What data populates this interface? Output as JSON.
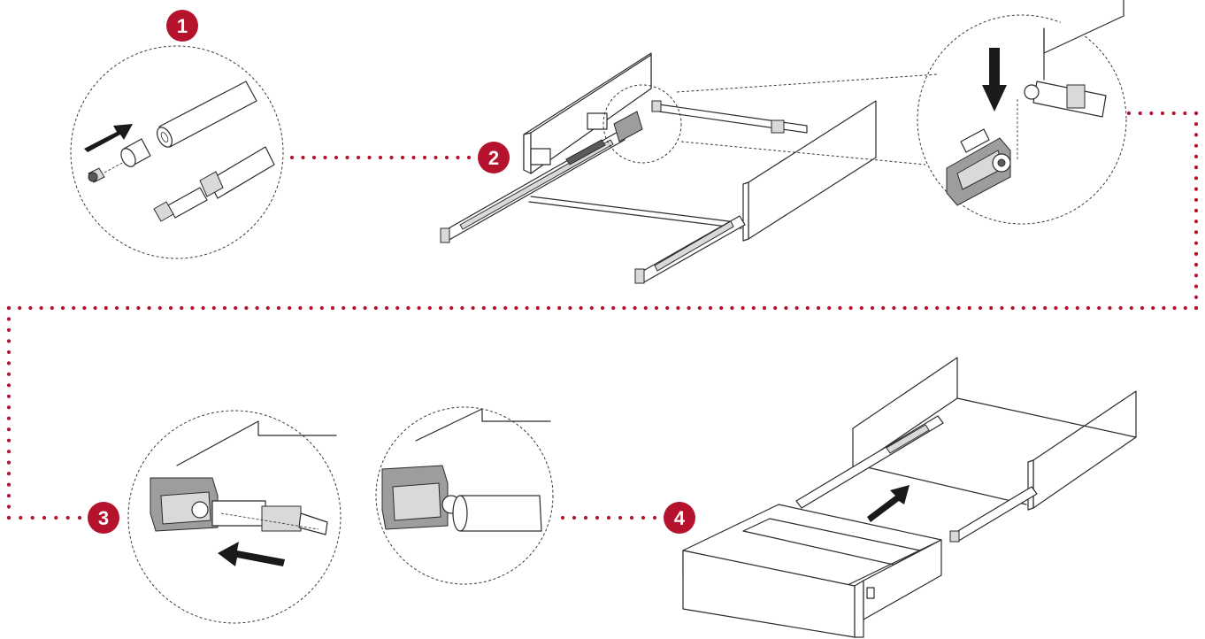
{
  "accent_color": "#b5122e",
  "steps": [
    {
      "label": "1"
    },
    {
      "label": "2"
    },
    {
      "label": "3"
    },
    {
      "label": "4"
    }
  ],
  "icons": {
    "arrow": "push-arrow-icon",
    "connector": "dotted-connector"
  }
}
